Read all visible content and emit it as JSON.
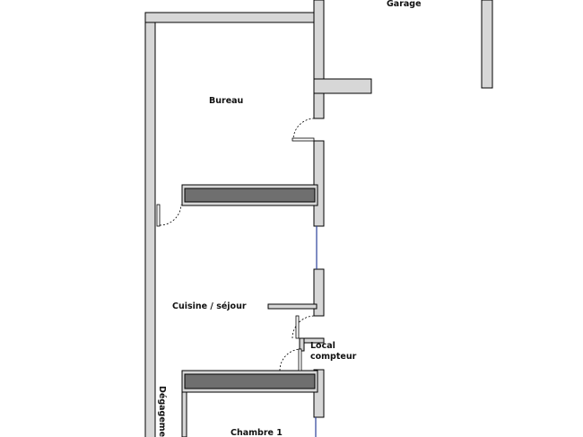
{
  "rooms": {
    "garage": "Garage",
    "bureau": "Bureau",
    "cuisine": "Cuisine / séjour",
    "local_line1": "Local",
    "local_line2": "compteur",
    "degagement": "Dégagement",
    "chambre": "Chambre 1"
  },
  "colors": {
    "wall_fill": "#d7d7d7",
    "cabinet_fill": "#6f6f6f",
    "window_stroke": "#2a3f9a"
  }
}
